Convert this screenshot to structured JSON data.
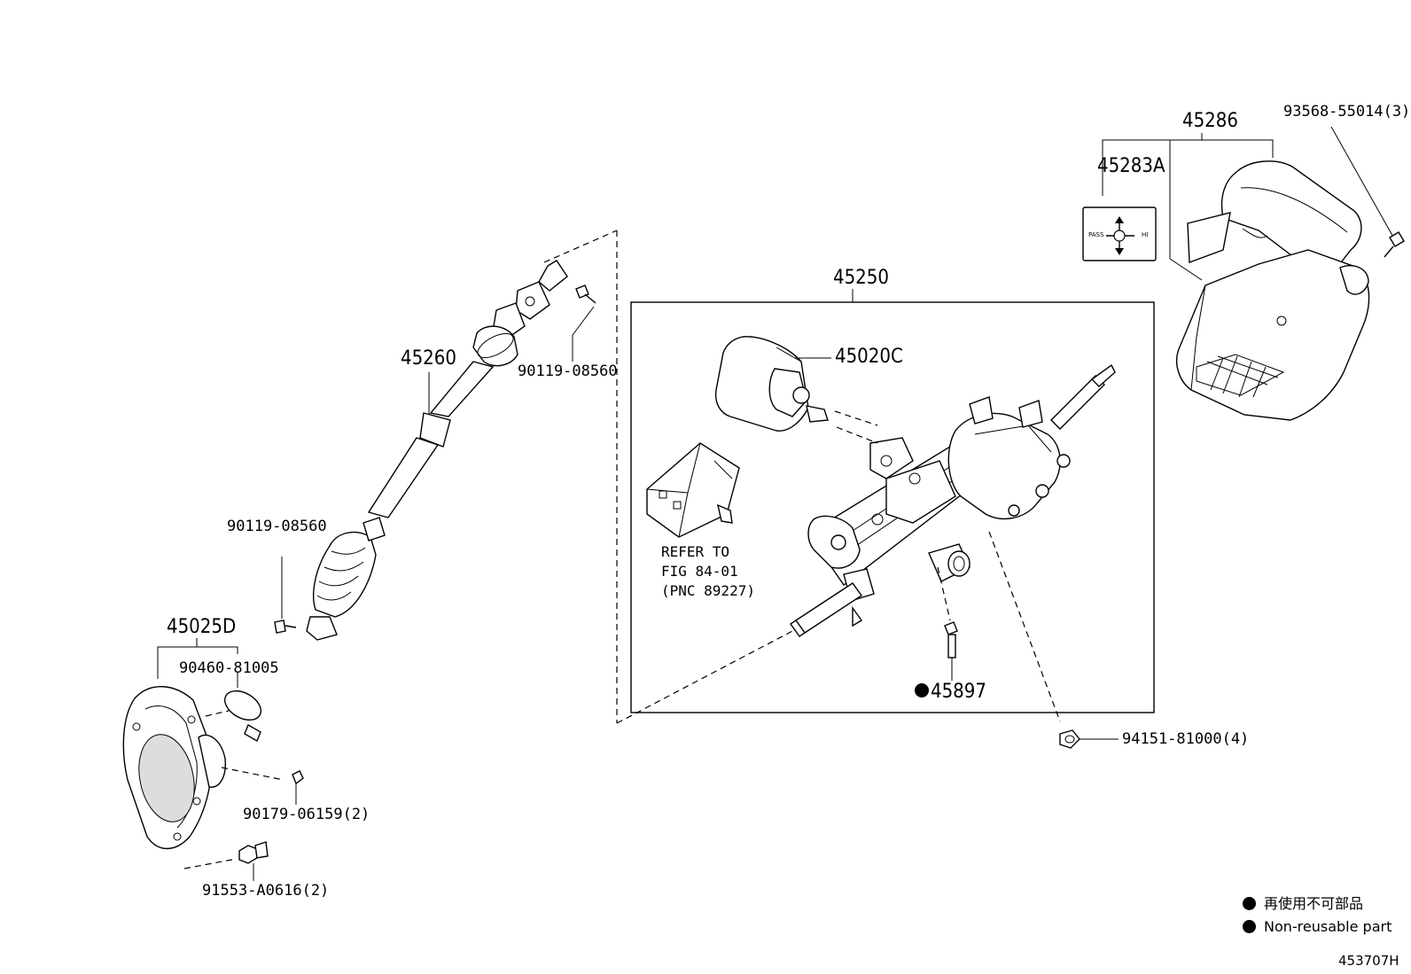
{
  "parts": {
    "p45286": "45286",
    "p93568": "93568-55014(3)",
    "p45283A": "45283A",
    "p45250": "45250",
    "p45020C": "45020C",
    "p45260": "45260",
    "p90119_top": "90119-08560",
    "p90119_left": "90119-08560",
    "p45025D": "45025D",
    "p90460": "90460-81005",
    "p90179": "90179-06159(2)",
    "p91553": "91553-A0616(2)",
    "p45897": "45897",
    "p94151": "94151-81000(4)"
  },
  "refer": {
    "line1": "REFER TO",
    "line2": "FIG 84-01",
    "line3": "(PNC 89227)"
  },
  "label_text": {
    "pass": "PASS",
    "hi": "HI"
  },
  "legend": {
    "jp": "再使用不可部品",
    "en": "Non-reusable part"
  },
  "figure_id": "453707H"
}
